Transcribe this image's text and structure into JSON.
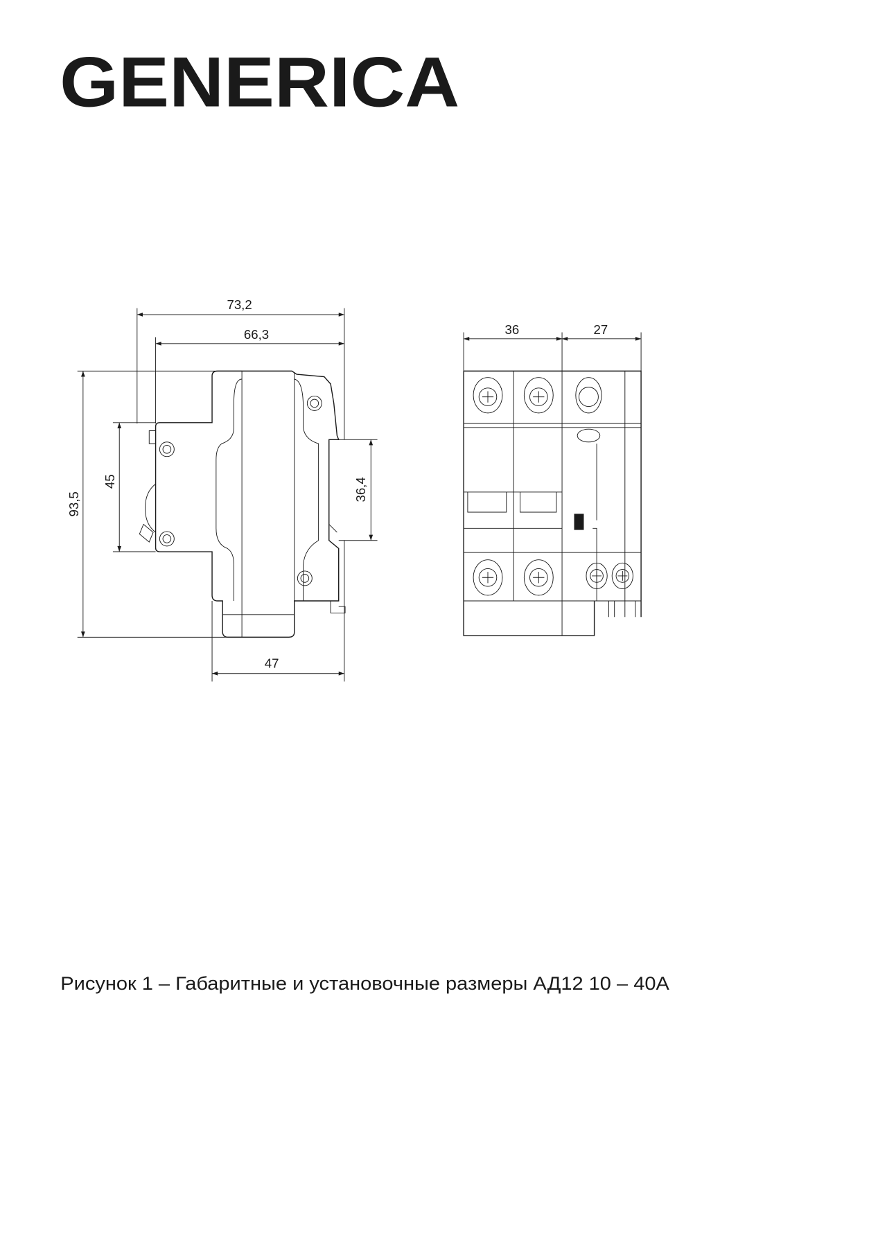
{
  "logo": {
    "text": "GENERICA"
  },
  "drawing": {
    "side_view": {
      "dim_total_depth": "73,2",
      "dim_body_depth": "66,3",
      "dim_height": "93,5",
      "dim_front_height": "45",
      "dim_din_rail": "36,4",
      "dim_rear_depth": "47"
    },
    "front_view": {
      "dim_breaker_width": "36",
      "dim_rcd_width": "27"
    }
  },
  "caption": "Рисунок 1 – Габаритные и установочные размеры АД12 10 – 40А"
}
